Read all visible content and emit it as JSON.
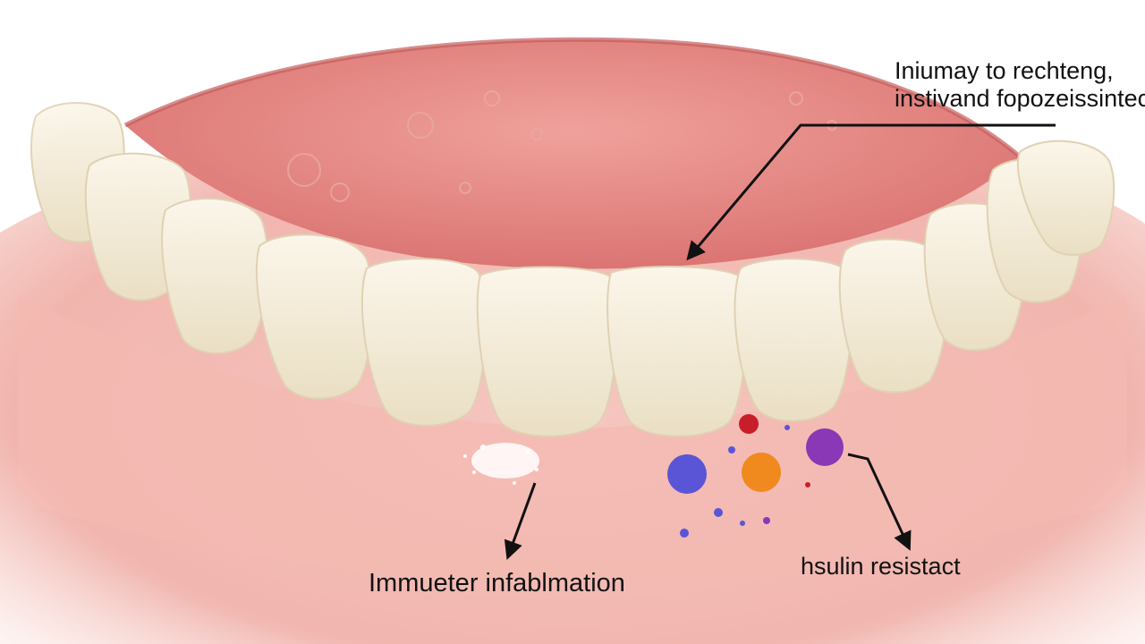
{
  "labels": {
    "top_line1": "Iniumay to rechteng,",
    "top_line2": "instivand fopozeissintecs",
    "bottom_left": "Immueter infablmation",
    "bottom_right": "hsulin resistact"
  },
  "colors": {
    "gum_light": "#f7c9c3",
    "gum_mid": "#ee9f9a",
    "gum_dark": "#d9716f",
    "palate": "#e68c88",
    "tooth": "#f7efdc",
    "tooth_shadow": "#e4d5b7",
    "cell_blue": "#5a55d6",
    "cell_orange": "#f08a1f",
    "cell_purple": "#8a38b5",
    "cell_red": "#c81e2a",
    "arrow": "#111111"
  }
}
